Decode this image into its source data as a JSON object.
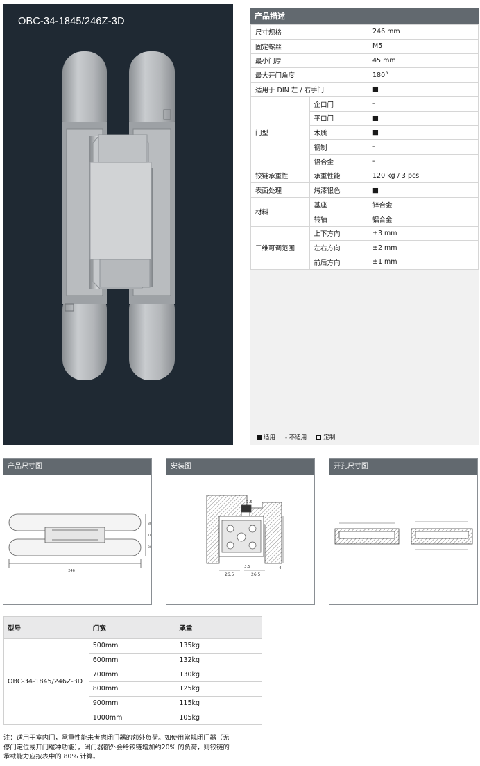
{
  "hero": {
    "title": "OBC-34-1845/246Z-3D"
  },
  "spec": {
    "header": "产品描述",
    "rows": [
      {
        "label": "尺寸规格",
        "value": "246 mm"
      },
      {
        "label": "固定螺丝",
        "value": "M5"
      },
      {
        "label": "最小门厚",
        "value": "45 mm"
      },
      {
        "label": "最大开门角度",
        "value": "180°"
      },
      {
        "label": "适用于 DIN 左 / 右手门",
        "value": "■"
      }
    ],
    "door_type": {
      "label": "门型",
      "items": [
        {
          "label": "企口门",
          "value": "-"
        },
        {
          "label": "平口门",
          "value": "■"
        },
        {
          "label": "木质",
          "value": "■"
        },
        {
          "label": "钢制",
          "value": "-"
        },
        {
          "label": "铝合金",
          "value": "-"
        }
      ]
    },
    "load": {
      "label": "铰链承重性",
      "sub": "承重性能",
      "value": "120 kg / 3 pcs"
    },
    "finish": {
      "label": "表面处理",
      "sub": "烤漆银色",
      "value": "■"
    },
    "material": {
      "label": "材料",
      "items": [
        {
          "label": "基座",
          "value": "锌合金"
        },
        {
          "label": "转轴",
          "value": "铝合金"
        }
      ]
    },
    "adjust": {
      "label": "三维可调范围",
      "items": [
        {
          "label": "上下方向",
          "value": "±3 mm"
        },
        {
          "label": "左右方向",
          "value": "±2 mm"
        },
        {
          "label": "前后方向",
          "value": "±1 mm"
        }
      ]
    },
    "legend": {
      "applicable": "适用",
      "not_applicable": "- 不适用",
      "custom": "定制"
    }
  },
  "panels": {
    "dimension": {
      "title": "产品尺寸图",
      "overall_length": "246",
      "dim_a": "30",
      "dim_b": "18",
      "dim_c": "30"
    },
    "install": {
      "title": "安装图",
      "gap": "2.5",
      "left_w": "26.5",
      "right_w": "26.5",
      "center": "3.5",
      "side": "4"
    },
    "cutout": {
      "title": "开孔尺寸图"
    }
  },
  "load_table": {
    "headers": [
      "型号",
      "门宽",
      "承重"
    ],
    "model": "OBC-34-1845/246Z-3D",
    "rows": [
      {
        "width": "500mm",
        "load": "135kg"
      },
      {
        "width": "600mm",
        "load": "132kg"
      },
      {
        "width": "700mm",
        "load": "130kg"
      },
      {
        "width": "800mm",
        "load": "125kg"
      },
      {
        "width": "900mm",
        "load": "115kg"
      },
      {
        "width": "1000mm",
        "load": "105kg"
      }
    ]
  },
  "note": "注：适用于室内门，承重性能未考虑闭门器的额外负荷。如使用常规闭门器（无停门定位或开门缓冲功能），闭门器额外会给铰链增加约20% 的负荷，则铰链的承载能力应按表中的 80% 计算。"
}
